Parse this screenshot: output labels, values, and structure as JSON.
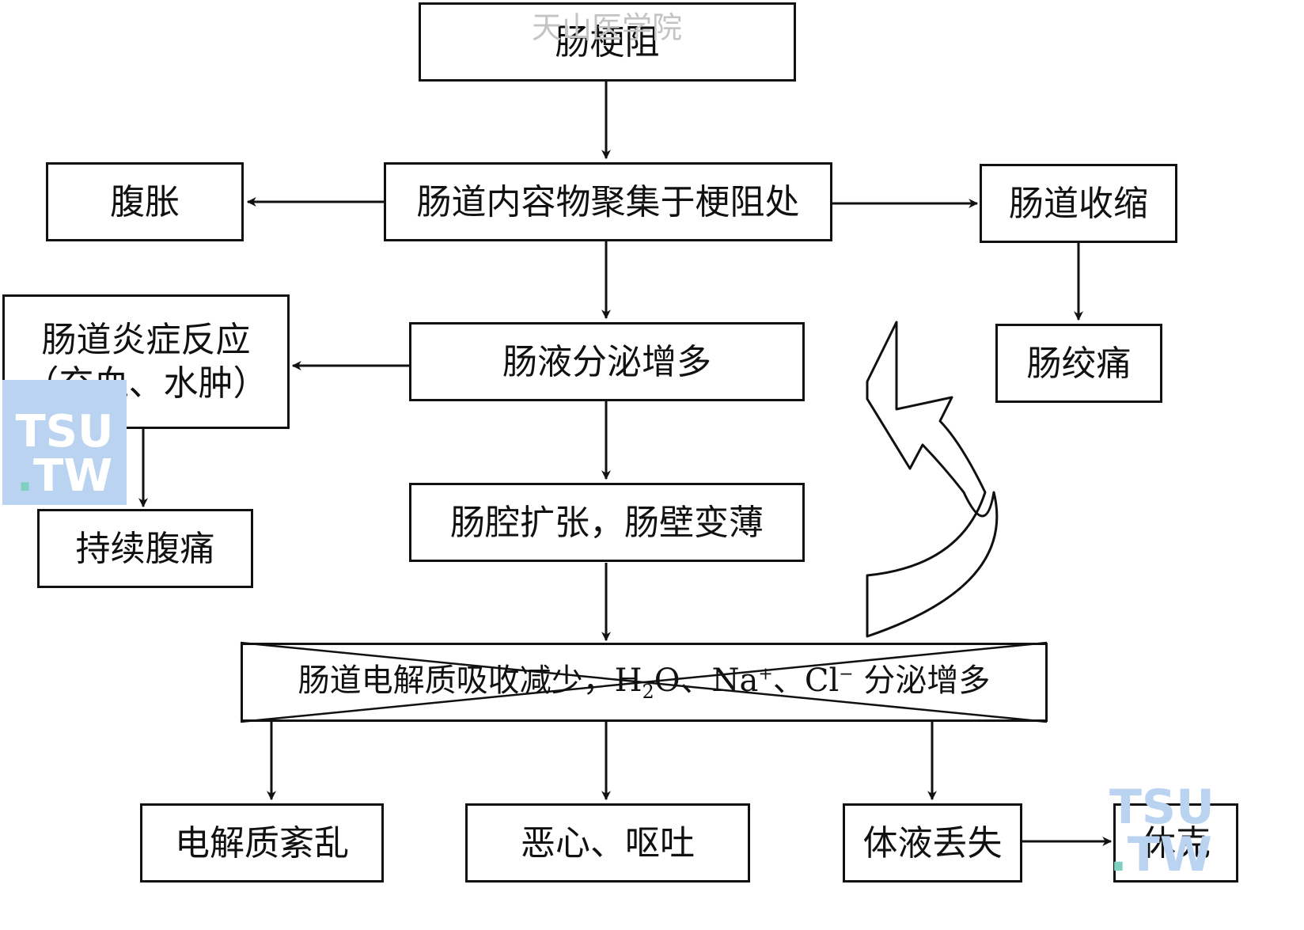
{
  "watermark_text": "天山医学院",
  "watermark_badge": {
    "line1": "TSU",
    "line2_dot": ".",
    "line2": "TW"
  },
  "nodes": {
    "obstruction": "肠梗阻",
    "accumulation": "肠道内容物聚集于梗阻处",
    "distension": "腹胀",
    "contraction": "肠道收缩",
    "colic": "肠绞痛",
    "secretion": "肠液分泌增多",
    "inflammation_line1": "肠道炎症反应",
    "inflammation_line2": "（充血、水肿）",
    "persistent_pain": "持续腹痛",
    "dilation": "肠腔扩张，肠壁变薄",
    "absorption_prefix": "肠道电解质吸收减少，",
    "absorption_h": "H",
    "absorption_sub2": "2",
    "absorption_o": "O、Na",
    "absorption_plus": "+",
    "absorption_cl": "、Cl",
    "absorption_minus": "−",
    "absorption_suffix": " 分泌增多",
    "electrolyte_disorder": "电解质紊乱",
    "nausea": "恶心、呕吐",
    "fluid_loss": "体液丢失",
    "shock": "休克"
  },
  "colors": {
    "line": "#111111",
    "watermark_text": "#c4c4c4",
    "watermark_badge": "#b9d3f0",
    "watermark_dot": "#7fd0c0"
  }
}
